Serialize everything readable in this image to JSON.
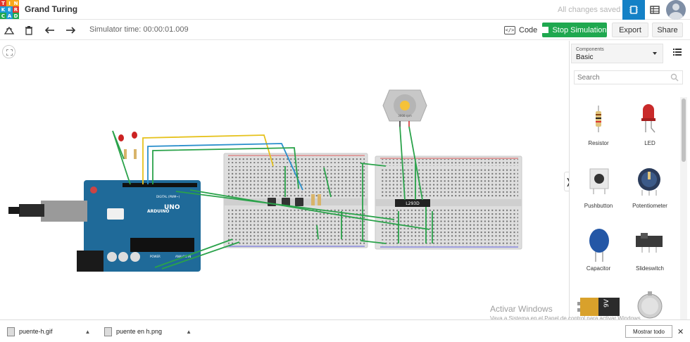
{
  "app": {
    "logo_letters": [
      "T",
      "I",
      "N",
      "K",
      "E",
      "R",
      "C",
      "A",
      "D"
    ],
    "logo_colors": [
      "#e2382e",
      "#f7a71a",
      "#f7a71a",
      "#1b9ad6",
      "#1b9ad6",
      "#e2382e",
      "#1fa84f",
      "#1b9ad6",
      "#1fa84f"
    ],
    "project_title": "Grand Turing",
    "save_status": "All changes saved"
  },
  "toolbar": {
    "sim_time": "Simulator time: 00:00:01.009",
    "code_label": "Code",
    "stop_label": "Stop Simulation",
    "export_label": "Export",
    "share_label": "Share",
    "accent": "#1fa84f"
  },
  "canvas": {
    "arduino_brand": "ARDUINO",
    "arduino_model": "UNO",
    "digital_label": "DIGITAL (PWM~)",
    "power_label": "POWER",
    "analog_label": "ANALOG IN",
    "chip_label": "L293D",
    "motor_label": "3000 rpm"
  },
  "panel": {
    "components_label": "Components",
    "components_value": "Basic",
    "search_placeholder": "Search",
    "components": [
      {
        "name": "Resistor"
      },
      {
        "name": "LED"
      },
      {
        "name": "Pushbutton"
      },
      {
        "name": "Potentiometer"
      },
      {
        "name": "Capacitor"
      },
      {
        "name": "Slideswitch"
      },
      {
        "name": "9V"
      }
    ]
  },
  "watermark": {
    "line1": "Activar Windows",
    "line2": "Vaya a Sistema en el Panel de control para activar Windows."
  },
  "downloads": {
    "items": [
      "puente-h.gif",
      "puente en h.png"
    ],
    "show_all": "Mostrar todo"
  }
}
